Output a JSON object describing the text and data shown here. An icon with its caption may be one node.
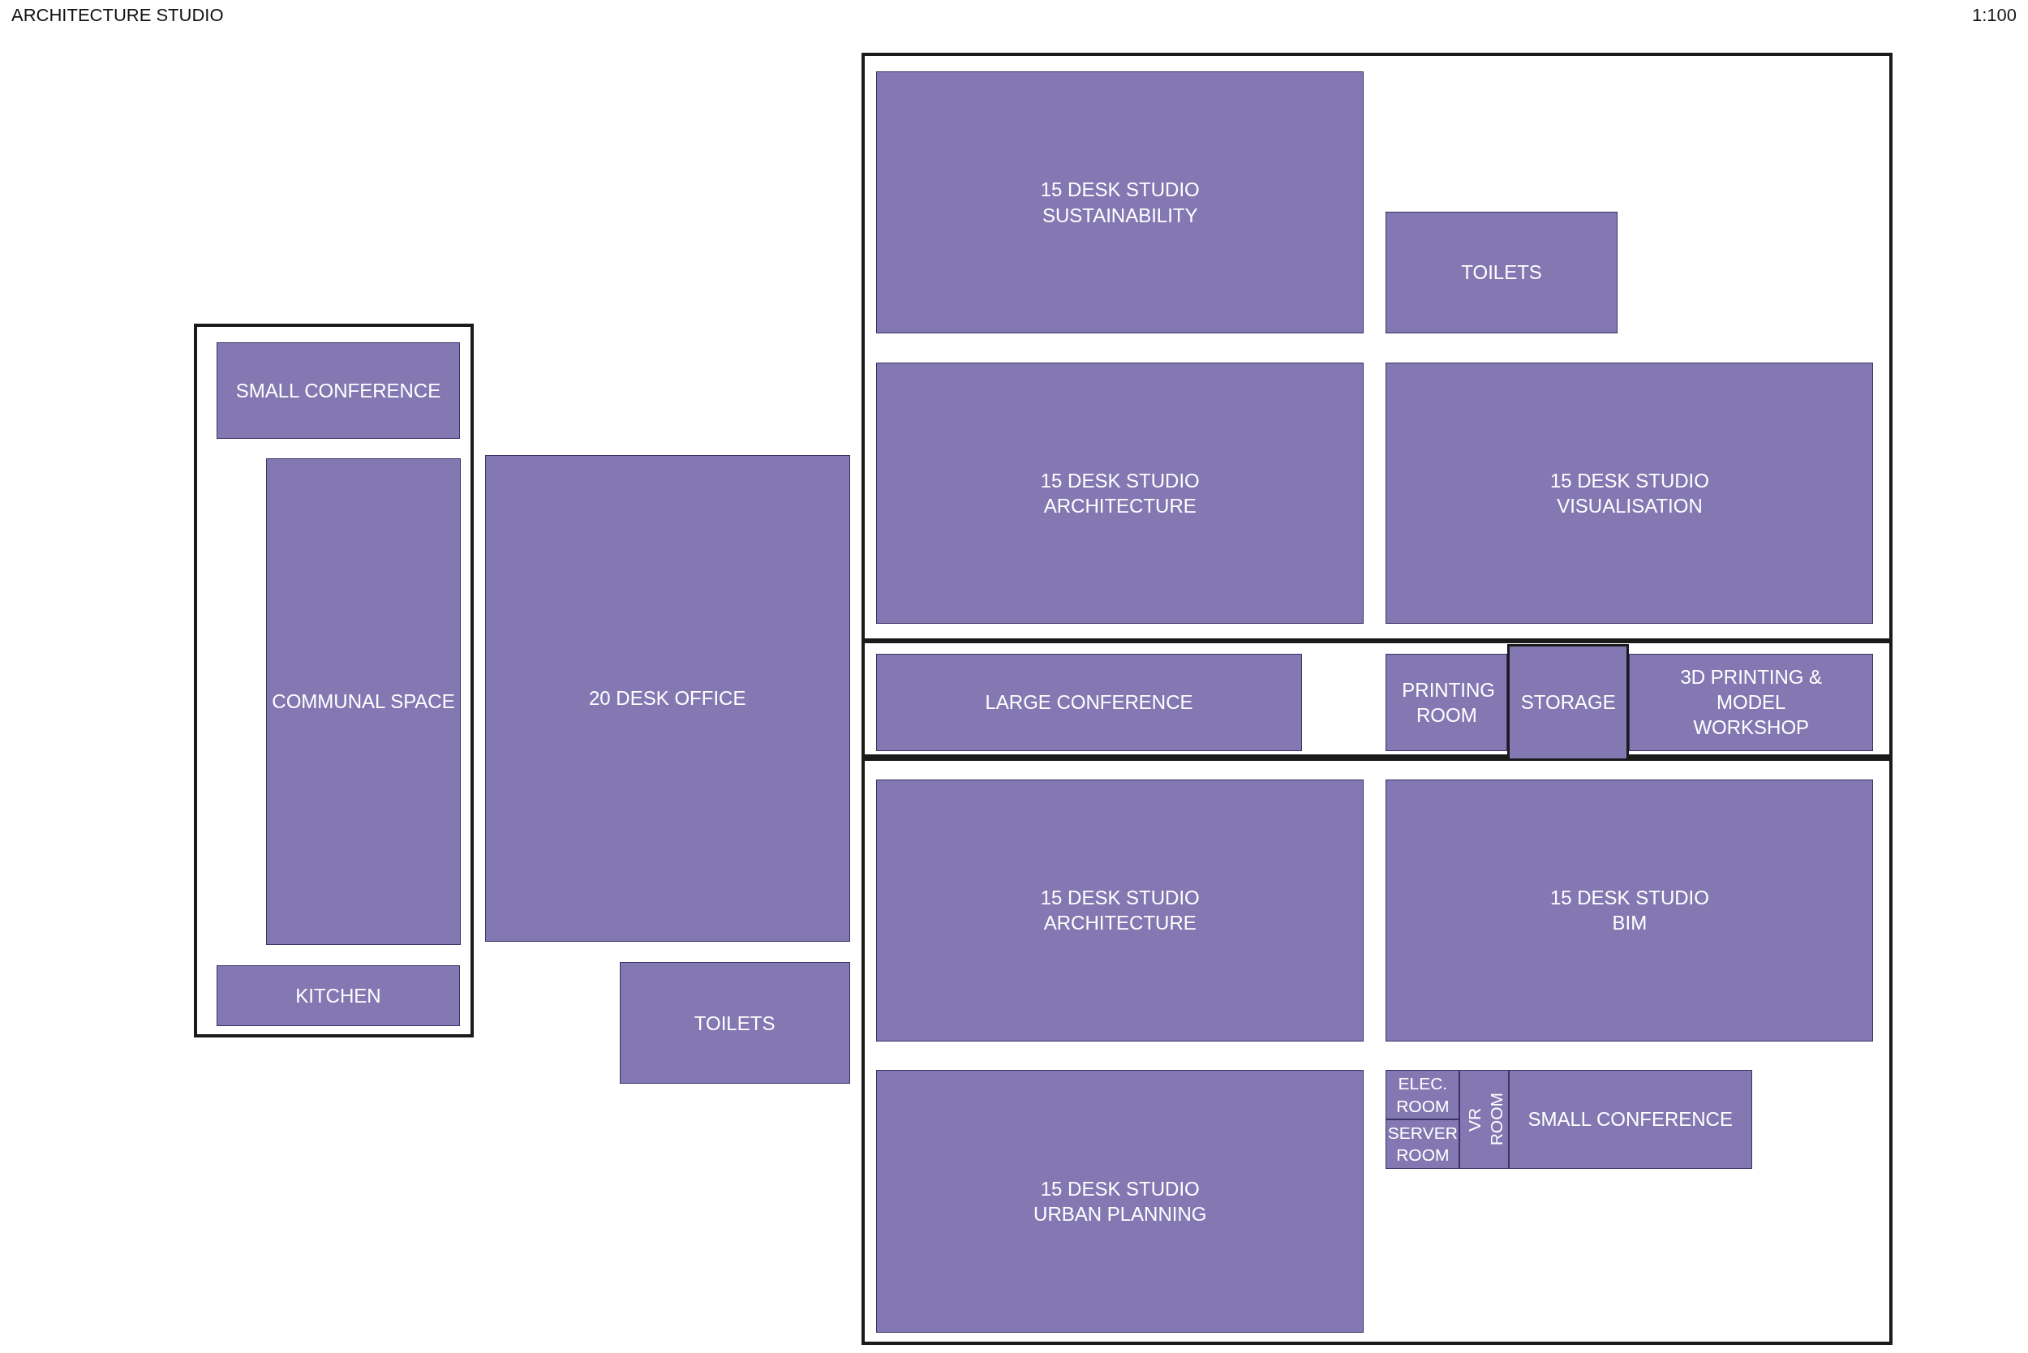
{
  "diagram": {
    "title": "ARCHITECTURE STUDIO",
    "nodes": [
      {
        "text": [],
        "shape": "box"
      },
      {
        "text": [
          "SMALL CONFERENCE"
        ],
        "in": 0
      },
      {
        "text": [
          "COMMUNAL SPACE"
        ],
        "in": 0
      },
      {
        "text": [
          "KITCHEN"
        ],
        "in": 0
      },
      {
        "text": [
          "20 DESK OFFICE"
        ]
      },
      {
        "text": [
          "TOILETS"
        ]
      },
      {
        "text": [],
        "shape": "box"
      },
      {
        "text": [
          "15 DESK STUDIO",
          "SUSTAINABILITY"
        ],
        "in": 6
      },
      {
        "text": [
          "TOILETS"
        ],
        "in": 6
      },
      {
        "text": [
          "15 DESK STUDIO",
          "ARCHITECTURE"
        ],
        "in": 6
      },
      {
        "text": [
          "15 DESK STUDIO",
          "VISUALISATION"
        ],
        "in": 6
      },
      {
        "text": [],
        "shape": "box"
      },
      {
        "text": [
          "LARGE CONFERENCE"
        ],
        "in": 11
      },
      {
        "text": [
          "PRINTING ROOM"
        ],
        "in": 11
      },
      {
        "text": [
          "STORAGE"
        ],
        "in": 11
      },
      {
        "text": [
          "3D PRINTING & MODEL WORKSHOP"
        ],
        "in": 11
      },
      {
        "text": [],
        "shape": "box"
      },
      {
        "text": [
          "15 DESK STUDIO",
          "ARCHITECTURE"
        ],
        "in": 16
      },
      {
        "text": [
          "15 DESK STUDIO",
          "BIM"
        ],
        "in": 16
      },
      {
        "text": [
          "15 DESK STUDIO",
          "URBAN PLANNING"
        ],
        "in": 16
      },
      {
        "text": [
          "ELEC. ROOM"
        ],
        "in": 16
      },
      {
        "text": [
          "SERVER ROOM"
        ],
        "in": 16
      },
      {
        "text": [
          "VR ROOM"
        ],
        "in": 16
      },
      {
        "text": [
          "SMALL CONFERENCE"
        ],
        "in": 16
      }
    ],
    "labels": [
      "1:100"
    ]
  }
}
